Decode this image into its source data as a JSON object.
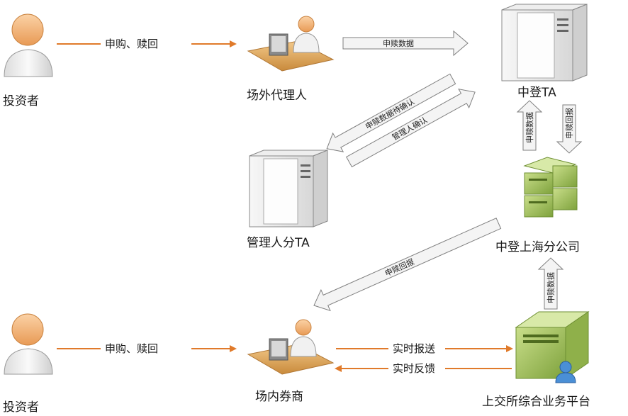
{
  "nodes": {
    "investor_top": "投资者",
    "offsite_agent": "场外代理人",
    "csdc_ta": "中登TA",
    "manager_ta": "管理人分TA",
    "csdc_shanghai": "中登上海分公司",
    "investor_bottom": "投资者",
    "onsite_broker": "场内券商",
    "sse_platform": "上交所综合业务平台"
  },
  "flows": {
    "top_subscribe_redeem": "申购、赎回",
    "bottom_subscribe_redeem": "申购、赎回",
    "realtime_report": "实时报送",
    "realtime_feedback": "实时反馈"
  },
  "blocks": {
    "agent_to_ta": "申赎数据",
    "data_pending_confirm": "申赎数据待确认",
    "manager_confirm": "管理人确认",
    "ta_down_data": "申赎数据",
    "ta_up_report": "申赎回报",
    "sh_to_broker_report": "申赎回报",
    "platform_to_sh_data": "申赎数据"
  },
  "colors": {
    "flow_arrow": "#e07a2a",
    "block_fill": "#f4f4f4",
    "block_stroke": "#7f7f7f"
  }
}
